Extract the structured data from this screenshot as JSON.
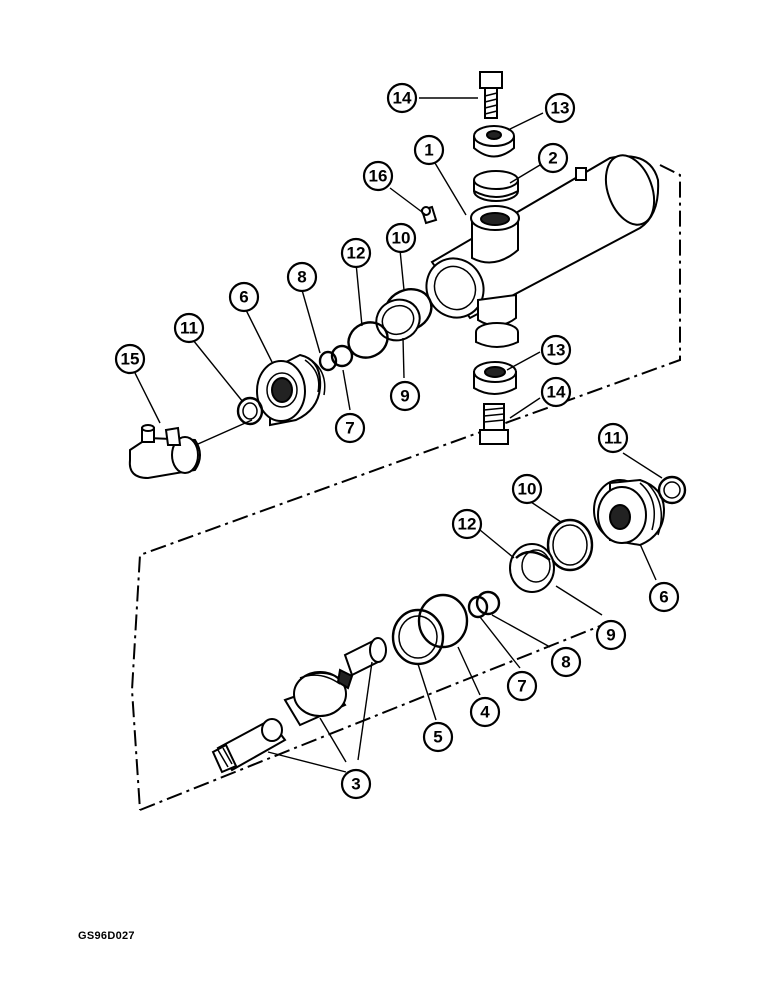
{
  "drawing_id": "GS96D027",
  "callouts": {
    "c1": "1",
    "c2": "2",
    "c3": "3",
    "c4": "4",
    "c5": "5",
    "c6a": "6",
    "c6b": "6",
    "c7a": "7",
    "c7b": "7",
    "c8a": "8",
    "c8b": "8",
    "c9a": "9",
    "c9b": "9",
    "c10a": "10",
    "c10b": "10",
    "c11a": "11",
    "c11b": "11",
    "c12a": "12",
    "c12b": "12",
    "c13a": "13",
    "c13b": "13",
    "c14a": "14",
    "c14b": "14",
    "c15": "15",
    "c16": "16"
  }
}
